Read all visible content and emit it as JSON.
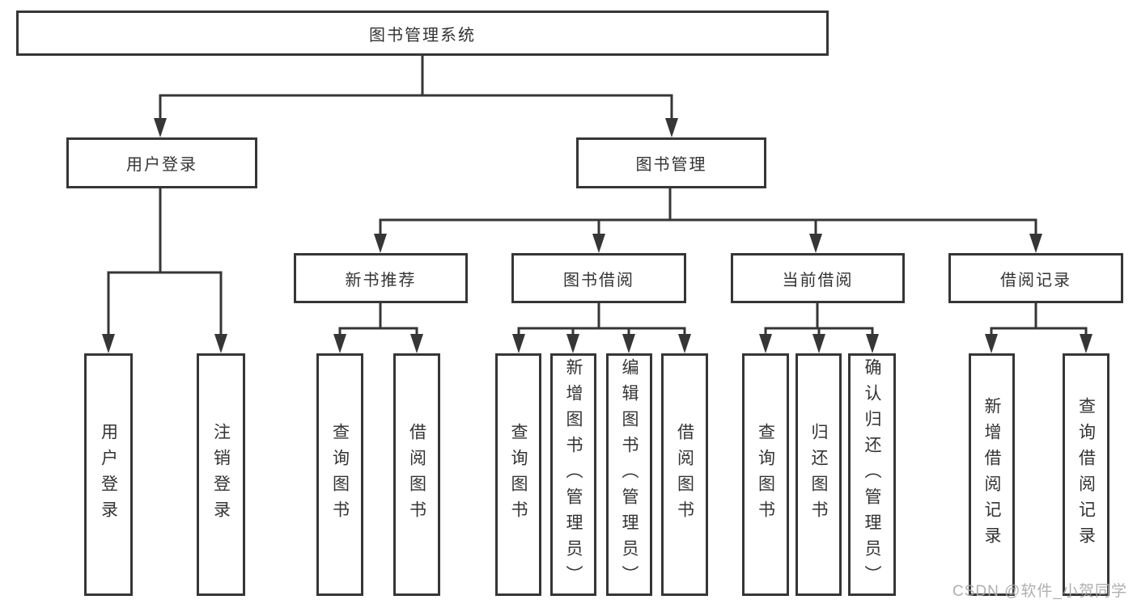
{
  "tree": {
    "root": {
      "label": "图书管理系统",
      "children": [
        {
          "label": "用户登录",
          "children": [
            {
              "label": "用户登录"
            },
            {
              "label": "注销登录"
            }
          ]
        },
        {
          "label": "图书管理",
          "children": [
            {
              "label": "新书推荐",
              "children": [
                {
                  "label": "查询图书"
                },
                {
                  "label": "借阅图书"
                }
              ]
            },
            {
              "label": "图书借阅",
              "children": [
                {
                  "label": "查询图书"
                },
                {
                  "label": "新增图书（管理员）"
                },
                {
                  "label": "编辑图书（管理员）"
                },
                {
                  "label": "借阅图书"
                }
              ]
            },
            {
              "label": "当前借阅",
              "children": [
                {
                  "label": "查询图书"
                },
                {
                  "label": "归还图书"
                },
                {
                  "label": "确认归还（管理员）"
                }
              ]
            },
            {
              "label": "借阅记录",
              "children": [
                {
                  "label": "新增借阅记录"
                },
                {
                  "label": "查询借阅记录"
                }
              ]
            }
          ]
        }
      ]
    }
  },
  "watermark": "CSDN @软件_小贺同学",
  "colors": {
    "line": "#363636",
    "text": "#333333",
    "background": "#ffffff",
    "watermark": "#a8a8a8"
  }
}
